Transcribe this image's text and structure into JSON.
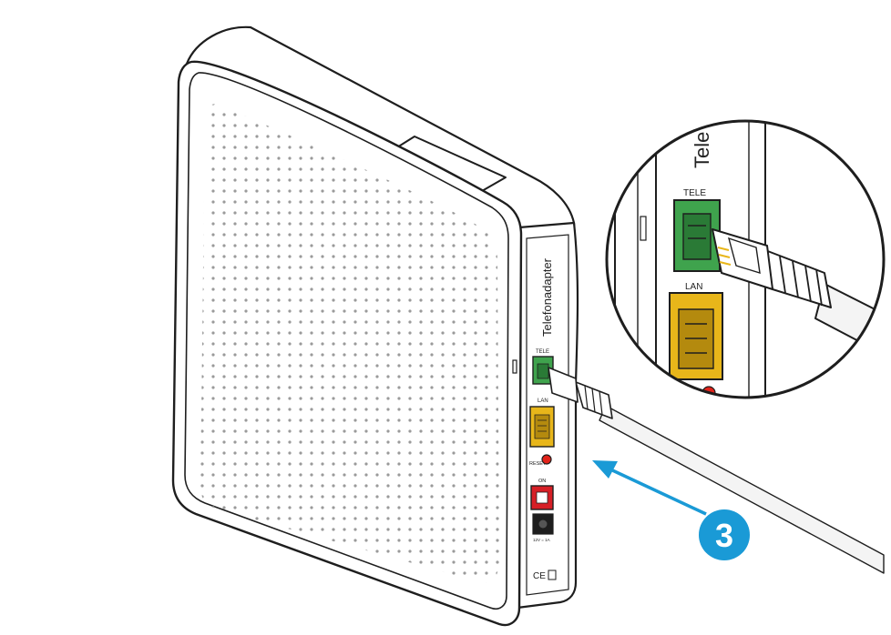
{
  "device": {
    "side_label": "Telefonadapter",
    "ports": {
      "tele_label": "TELE",
      "lan_label": "LAN",
      "reset_label": "RESET",
      "on_label": "ON",
      "power_label": "12V = 1A"
    },
    "cert_marks": "CE"
  },
  "zoom": {
    "side_label_partial": "Tele",
    "tele_label": "TELE",
    "lan_label": "LAN"
  },
  "step": {
    "number": "3"
  },
  "colors": {
    "outline": "#1e1e1e",
    "tele_port": "#3fa34d",
    "tele_port_dark": "#2a7a36",
    "lan_port": "#e8b61a",
    "lan_port_dark": "#b48a0e",
    "reset_button": "#e2231a",
    "power_switch": "#d61f26",
    "arrow": "#1a9ad6",
    "step_badge": "#1a9ad6",
    "cable": "#f4f4f4"
  }
}
